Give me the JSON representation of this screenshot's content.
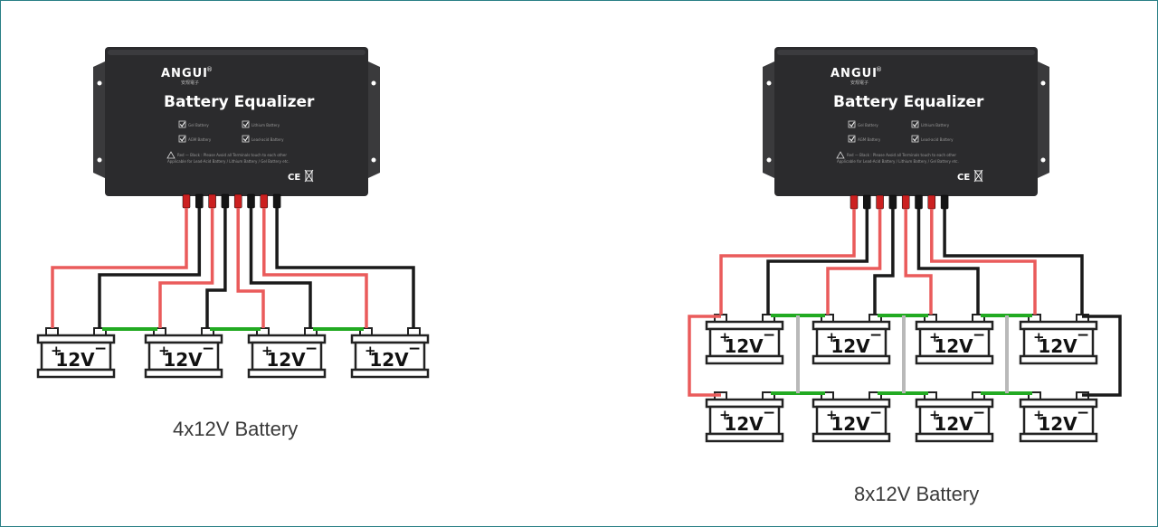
{
  "device": {
    "brand": "ANGUI",
    "brand_mark": "®",
    "brand_sub": "安规電子",
    "title": "Battery Equalizer",
    "checkboxes": [
      "Gel Battery",
      "Lithium Battery",
      "AGM Battery",
      "Lead-acid Battery"
    ],
    "warning_line1": "Red — Black : Please Avoid all Terminals touch to each other",
    "warning_line2": "Applicable for Lead-Acid Battery / Lithium Battery / Gel Battery etc.",
    "marks": "CE"
  },
  "battery_label": "12V",
  "battery_plus": "+",
  "battery_minus": "−",
  "captions": {
    "left": "4x12V Battery",
    "right": "8x12V Battery"
  },
  "colors": {
    "device_body": "#2b2b2d",
    "positive_wire": "#ea5b5b",
    "negative_wire": "#1a1a1a",
    "series_link": "#22aa22",
    "parallel_link": "#b9b9b9"
  }
}
